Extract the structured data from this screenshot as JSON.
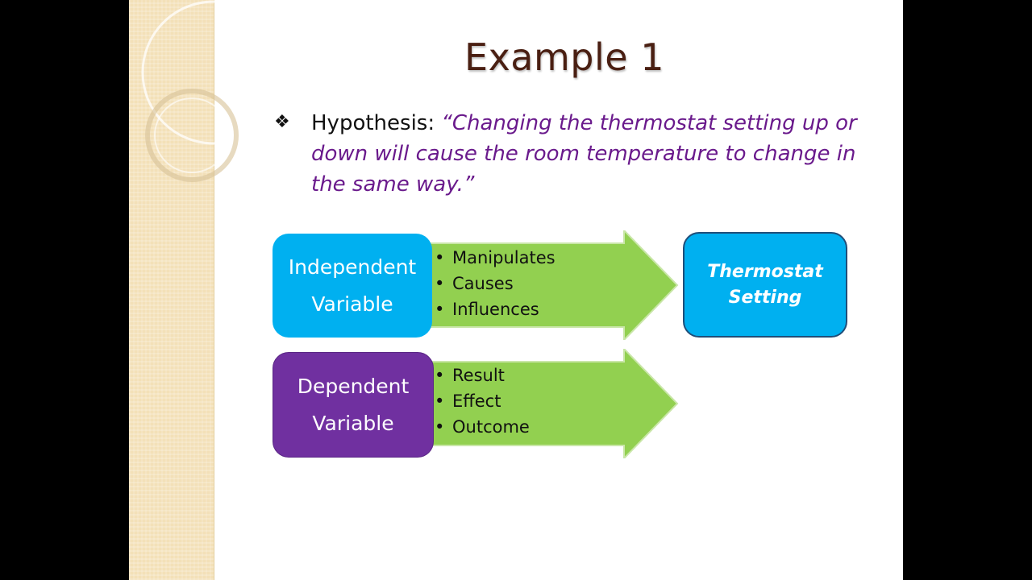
{
  "slide": {
    "title": "Example 1",
    "hypothesis": {
      "label": "Hypothesis: ",
      "quote": "“Changing the thermostat setting up or down will cause the room temperature to change in the same way.”"
    }
  },
  "diagram": {
    "independent": {
      "label_line1": "Independent",
      "label_line2": "Variable",
      "items": [
        "Manipulates",
        "Causes",
        "Influences"
      ]
    },
    "dependent": {
      "label_line1": "Dependent",
      "label_line2": "Variable",
      "items": [
        "Result",
        "Effect",
        "Outcome"
      ]
    },
    "example_box": {
      "line1": "Thermostat",
      "line2": "Setting"
    }
  },
  "colors": {
    "independent": "#00b0f0",
    "dependent": "#7030a0",
    "arrow": "#92d050",
    "quote": "#6a1a8c",
    "title": "#4a1f12"
  },
  "icons": {
    "bullet": "diamond-bullet-icon"
  }
}
